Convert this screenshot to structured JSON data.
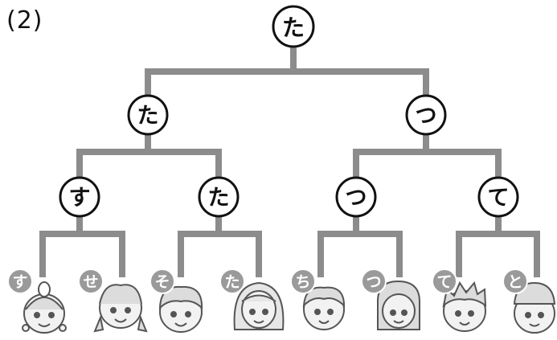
{
  "problem_label": "(2)",
  "rounds": {
    "final": {
      "winner": "た"
    },
    "semifinal": [
      {
        "winner": "た"
      },
      {
        "winner": "つ"
      }
    ],
    "quarterfinal": [
      {
        "winner": "す"
      },
      {
        "winner": "た"
      },
      {
        "winner": "つ"
      },
      {
        "winner": "て"
      }
    ]
  },
  "contestants": [
    {
      "label": "す",
      "face": "crown-girl-face"
    },
    {
      "label": "せ",
      "face": "braids-girl-face"
    },
    {
      "label": "そ",
      "face": "curly-boy-face"
    },
    {
      "label": "た",
      "face": "long-hair-woman-face"
    },
    {
      "label": "ち",
      "face": "boy-face"
    },
    {
      "label": "つ",
      "face": "curly-girl-face"
    },
    {
      "label": "て",
      "face": "spiky-boy-face"
    },
    {
      "label": "と",
      "face": "cap-boy-face"
    }
  ],
  "colors": {
    "bracket_line": "#8c8c8c",
    "circle_stroke": "#111111",
    "small_circle_fill": "#9a9a9a",
    "face_fill": "#f2f2f2",
    "face_stroke": "#555555"
  }
}
